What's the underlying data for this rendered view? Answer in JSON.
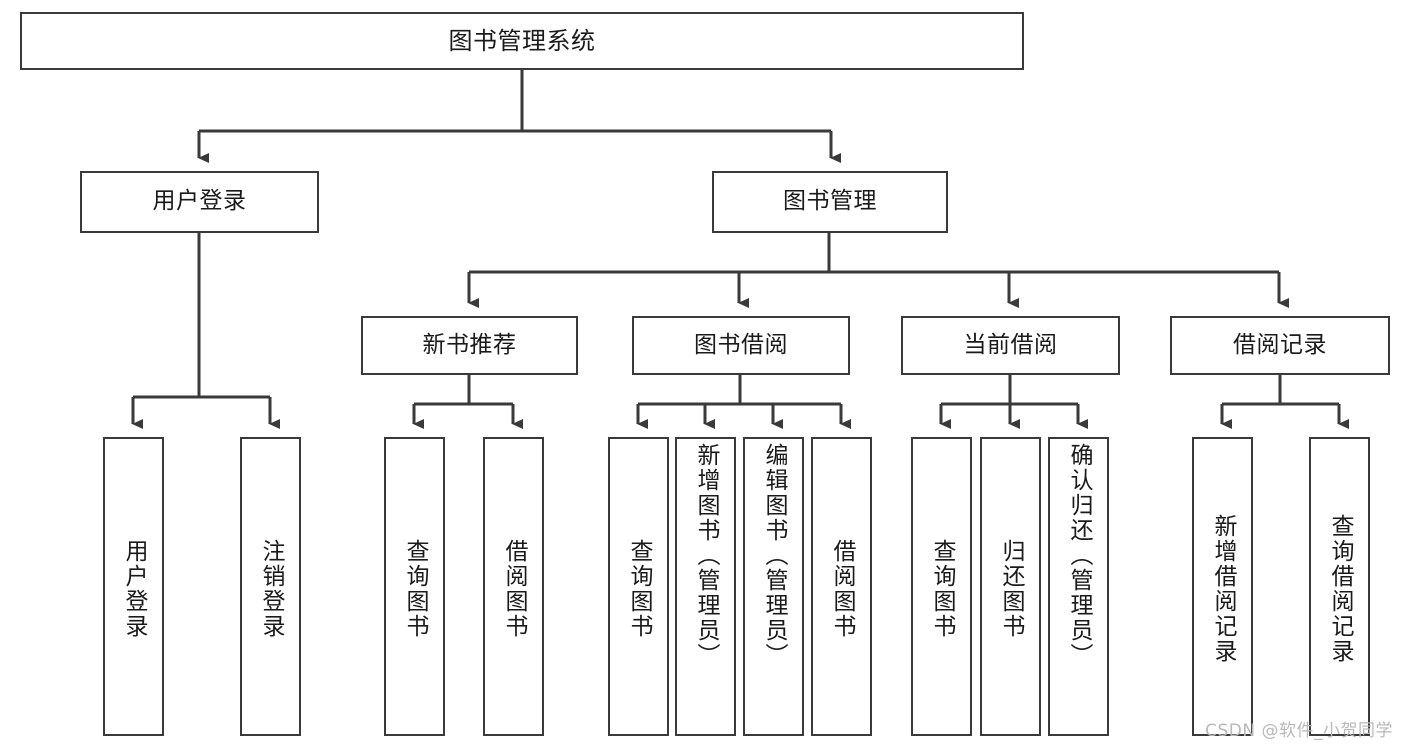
{
  "diagram": {
    "type": "tree",
    "title": "图书管理系统",
    "root": {
      "id": "root",
      "label": "图书管理系统"
    },
    "level1": [
      {
        "id": "user-login",
        "label": "用户登录"
      },
      {
        "id": "book-management",
        "label": "图书管理"
      }
    ],
    "level2": [
      {
        "id": "new-book-recommend",
        "label": "新书推荐",
        "parent": "book-management"
      },
      {
        "id": "book-borrow",
        "label": "图书借阅",
        "parent": "book-management"
      },
      {
        "id": "current-borrow",
        "label": "当前借阅",
        "parent": "book-management"
      },
      {
        "id": "borrow-record",
        "label": "借阅记录",
        "parent": "book-management"
      }
    ],
    "leaves": [
      {
        "id": "leaf-user-login",
        "label": "用户登录",
        "parent": "user-login"
      },
      {
        "id": "leaf-logout-login",
        "label": "注销登录",
        "parent": "user-login"
      },
      {
        "id": "leaf-query-book-1",
        "label": "查询图书",
        "parent": "new-book-recommend"
      },
      {
        "id": "leaf-borrow-book-1",
        "label": "借阅图书",
        "parent": "new-book-recommend"
      },
      {
        "id": "leaf-query-book-2",
        "label": "查询图书",
        "parent": "book-borrow"
      },
      {
        "id": "leaf-add-book",
        "label": "新增图书（管理员）",
        "parent": "book-borrow"
      },
      {
        "id": "leaf-edit-book",
        "label": "编辑图书（管理员）",
        "parent": "book-borrow"
      },
      {
        "id": "leaf-borrow-book-2",
        "label": "借阅图书",
        "parent": "book-borrow"
      },
      {
        "id": "leaf-query-book-3",
        "label": "查询图书",
        "parent": "current-borrow"
      },
      {
        "id": "leaf-return-book",
        "label": "归还图书",
        "parent": "current-borrow"
      },
      {
        "id": "leaf-confirm-return",
        "label": "确认归还（管理员）",
        "parent": "current-borrow"
      },
      {
        "id": "leaf-add-record",
        "label": "新增借阅记录",
        "parent": "borrow-record"
      },
      {
        "id": "leaf-query-record",
        "label": "查询借阅记录",
        "parent": "borrow-record"
      }
    ],
    "colors": {
      "stroke": "#3a3a3a",
      "fill": "#ffffff",
      "text": "#1a1a1a",
      "watermark": "#b9b9b9"
    }
  },
  "watermark": {
    "text": "CSDN @软件_小贺同学"
  }
}
